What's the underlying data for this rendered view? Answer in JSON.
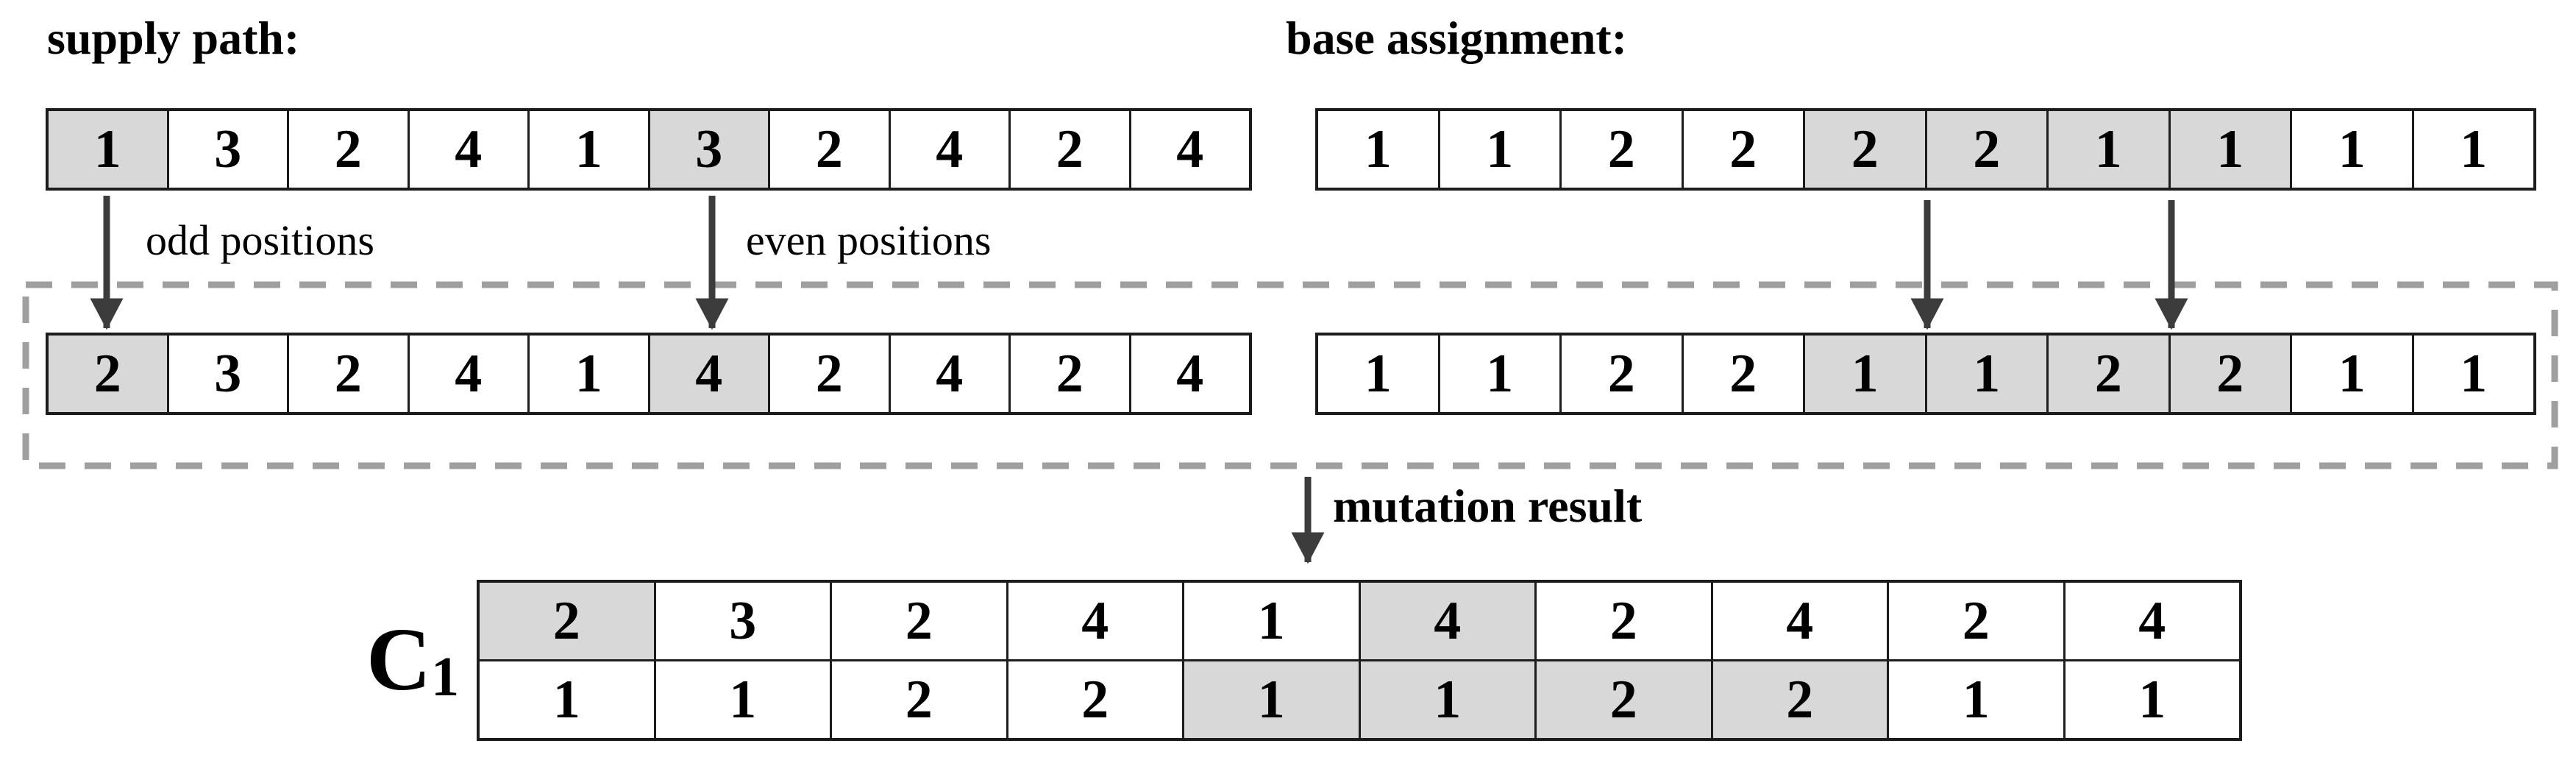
{
  "labels": {
    "supply_path": "supply path:",
    "base_assignment": "base assignment:",
    "odd_positions": "odd positions",
    "even_positions": "even positions",
    "mutation_result": "mutation result"
  },
  "rows": {
    "supply_path": {
      "values": [
        1,
        3,
        2,
        4,
        1,
        3,
        2,
        4,
        2,
        4
      ],
      "shaded": [
        0,
        5
      ]
    },
    "base_assignment": {
      "values": [
        1,
        1,
        2,
        2,
        2,
        2,
        1,
        1,
        1,
        1
      ],
      "shaded": [
        4,
        5,
        6,
        7
      ]
    },
    "mutated_supply_path": {
      "values": [
        2,
        3,
        2,
        4,
        1,
        4,
        2,
        4,
        2,
        4
      ],
      "shaded": [
        0,
        5
      ]
    },
    "mutated_base_assignment": {
      "values": [
        1,
        1,
        2,
        2,
        1,
        1,
        2,
        2,
        1,
        1
      ],
      "shaded": [
        4,
        5,
        6,
        7
      ]
    }
  },
  "result": {
    "label": "C",
    "label_sub": "1",
    "rows": [
      {
        "values": [
          2,
          3,
          2,
          4,
          1,
          4,
          2,
          4,
          2,
          4
        ],
        "shaded": [
          0,
          5
        ]
      },
      {
        "values": [
          1,
          1,
          2,
          2,
          1,
          1,
          2,
          2,
          1,
          1
        ],
        "shaded": [
          4,
          5,
          6,
          7
        ]
      }
    ]
  },
  "colors": {
    "shaded_cell": "#d8d8d8",
    "cell_background": "#ffffff",
    "cell_border": "#1c1c1c",
    "arrow": "#3c3c3c",
    "dashed_box": "#9f9f9f",
    "text": "#000000"
  }
}
